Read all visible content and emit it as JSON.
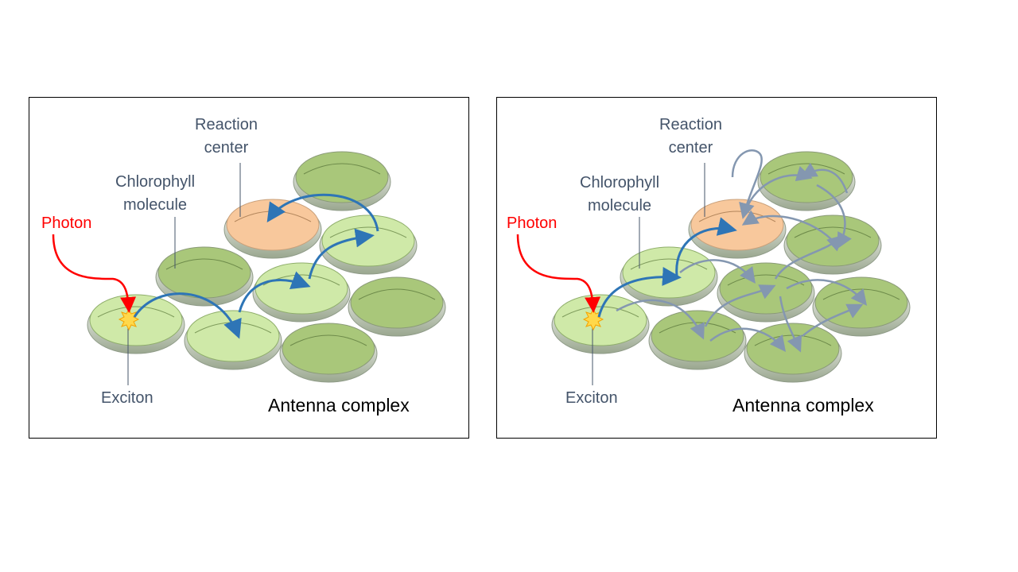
{
  "panels": [
    {
      "labels": {
        "reaction_center": [
          "Reaction",
          "center"
        ],
        "chlorophyll": [
          "Chlorophyll",
          "molecule"
        ],
        "photon": "Photon",
        "exciton": "Exciton",
        "antenna": "Antenna complex"
      }
    },
    {
      "labels": {
        "reaction_center": [
          "Reaction",
          "center"
        ],
        "chlorophyll": [
          "Chlorophyll",
          "molecule"
        ],
        "photon": "Photon",
        "exciton": "Exciton",
        "antenna": "Antenna complex"
      }
    }
  ],
  "colors": {
    "disc_light": "#cfe9a8",
    "disc_dark": "#a9c77a",
    "disc_reaction": "#f8c89c",
    "arrow_primary": "#2e75b6",
    "arrow_secondary": "#8497b0",
    "photon": "#ff0000",
    "label": "#44546a"
  }
}
